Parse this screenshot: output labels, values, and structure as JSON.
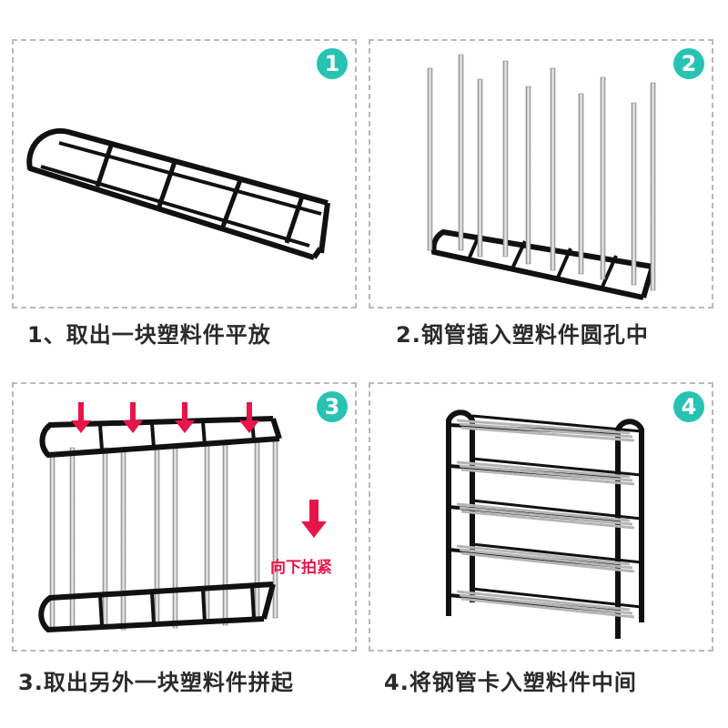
{
  "steps": [
    {
      "badge": "1",
      "caption": "1、取出一块塑料件平放"
    },
    {
      "badge": "2",
      "caption": "2.钢管插入塑料件圆孔中"
    },
    {
      "badge": "3",
      "caption": "3.取出另外一块塑料件拼起",
      "note": "向下拍紧"
    },
    {
      "badge": "4",
      "caption": "4.将钢管卡入塑料件中间"
    }
  ],
  "colors": {
    "badge": "#28c2b3",
    "arrow": "#e8154a",
    "frame": "#111111",
    "rod": "#c8c8c8"
  }
}
